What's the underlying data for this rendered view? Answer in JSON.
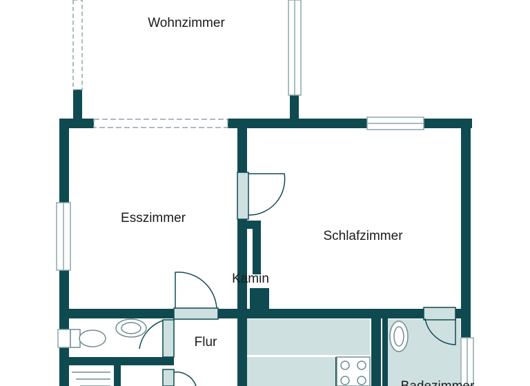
{
  "floorplan": {
    "rooms": {
      "wohnzimmer": "Wohnzimmer",
      "esszimmer": "Esszimmer",
      "schlafzimmer": "Schlafzimmer",
      "kamin": "Kamin",
      "flur": "Flur",
      "badezimmer": "Badezimmer"
    },
    "colors": {
      "wall": "#0f4a50",
      "fixture_fill": "#cfe0e0",
      "window_stroke": "#8aa7aa",
      "background": "#ffffff"
    }
  }
}
